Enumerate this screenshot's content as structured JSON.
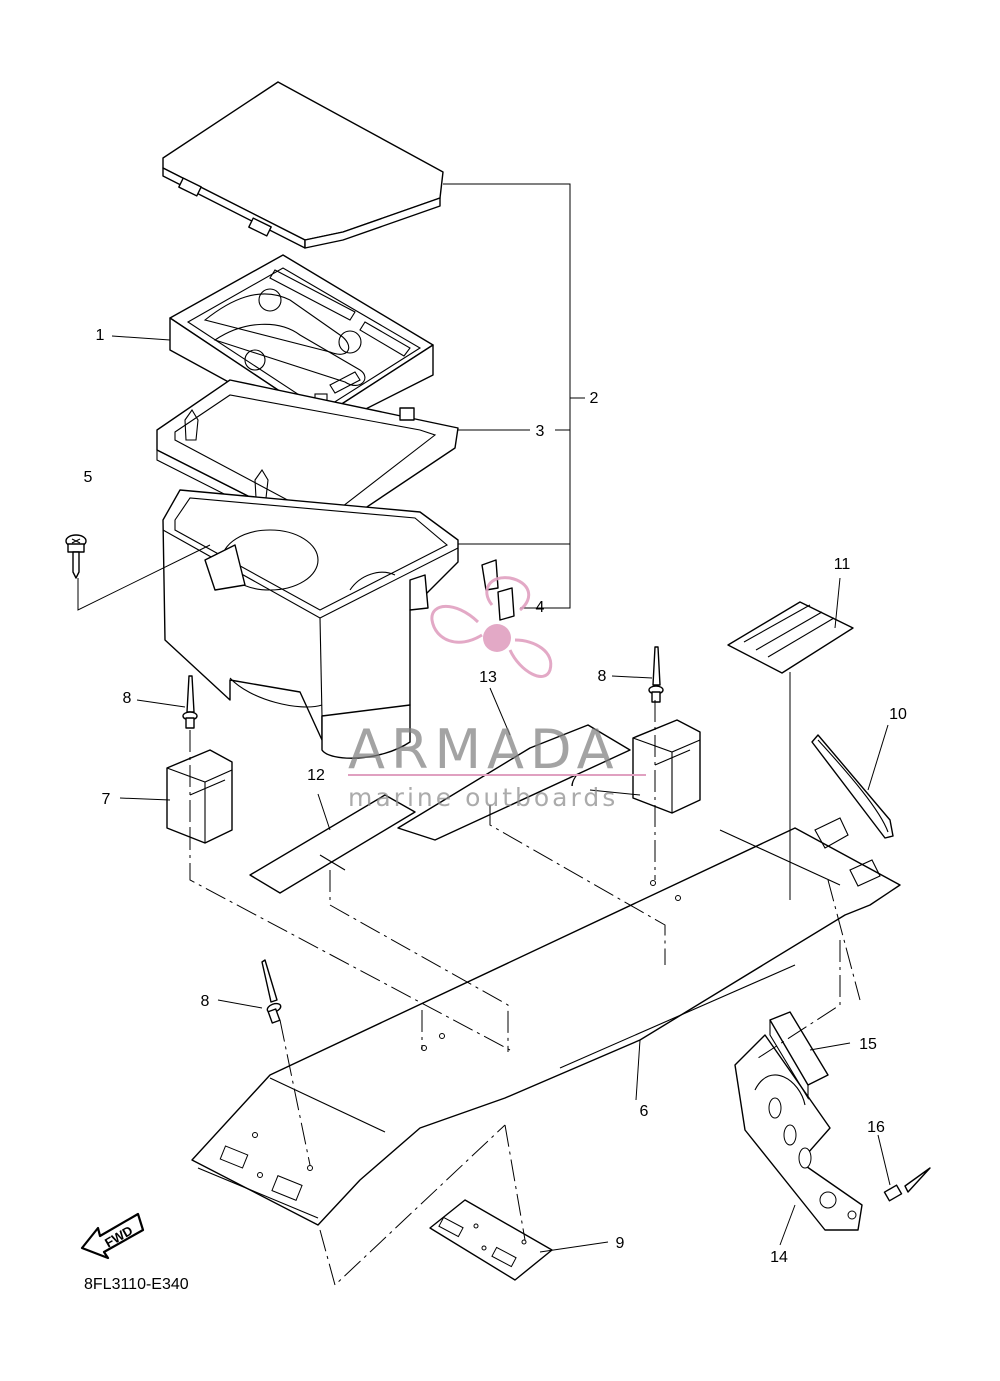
{
  "diagram": {
    "callouts": [
      "1",
      "2",
      "3",
      "4",
      "5",
      "6",
      "7",
      "7",
      "8",
      "8",
      "8",
      "9",
      "10",
      "11",
      "12",
      "13",
      "14",
      "15",
      "16"
    ],
    "diagram_code": "8FL3110-E340",
    "forward_arrow_label": "FWD"
  },
  "watermark": {
    "brand": "ARMADA",
    "tagline": "marine outboards",
    "logo_color": "#e0a0c0",
    "text_color": "#7f7f7f"
  },
  "colors": {
    "line": "#000000",
    "background": "#ffffff",
    "watermark_pink": "#e0a0c0"
  }
}
